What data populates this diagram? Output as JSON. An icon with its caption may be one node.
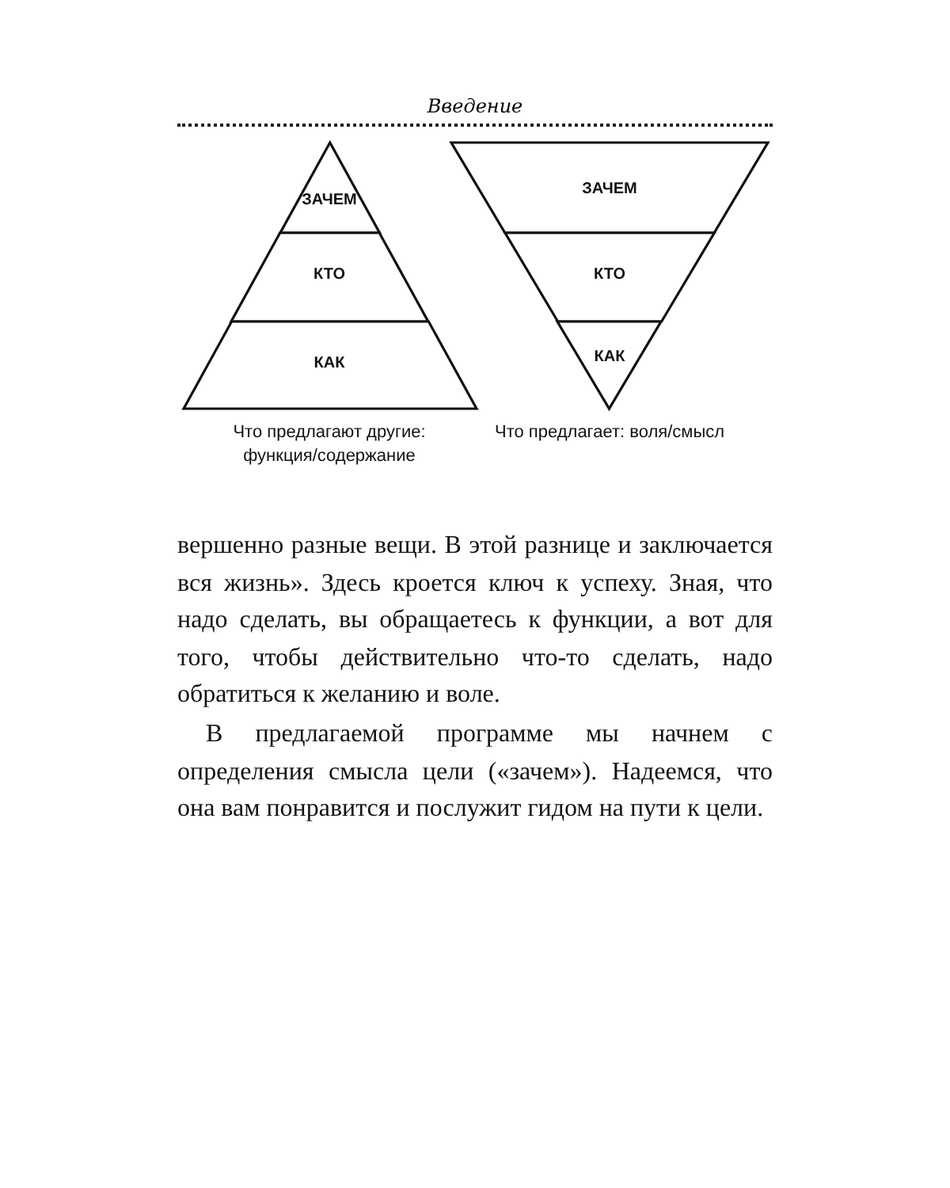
{
  "diagram": {
    "nodes": [
      {
        "text": [
          "ЗАЧЕМ"
        ]
      },
      {
        "text": [
          "КТО"
        ]
      },
      {
        "text": [
          "КАК"
        ]
      },
      {
        "text": [
          "ЗАЧЕМ"
        ]
      },
      {
        "text": [
          "КТО"
        ]
      },
      {
        "text": [
          "КАК"
        ]
      }
    ],
    "labels": [
      "Введение",
      "Что предлагают другие: функция/содержание",
      "Что предлагает: воля/смысл",
      "вершенно разные вещи. В этой разнице и заключается вся жизнь». Здесь кроется ключ к успеху. Зная, что надо сделать, вы обращаетесь к функции, а вот для того, чтобы действительно что-то сделать, надо обратиться к желанию и воле.",
      "В предлагаемой программе мы начнем с определения смысла цели («зачем»). Надеемся, что она вам понравится и послужит гидом на пути к цели."
    ]
  }
}
